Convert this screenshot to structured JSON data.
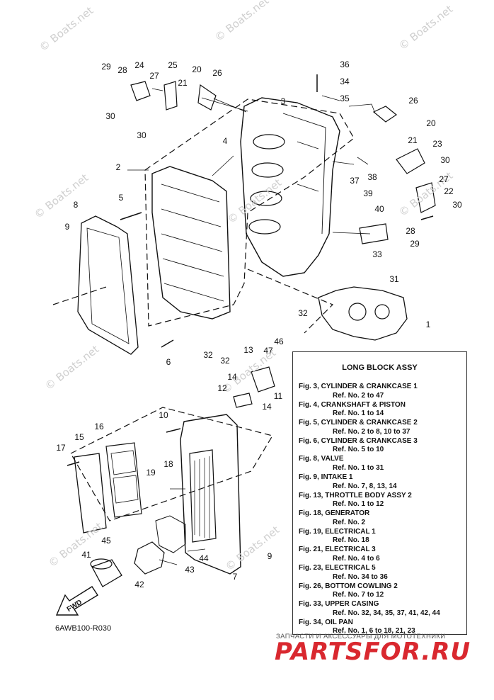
{
  "watermark": "© Boats.net",
  "callouts": [
    {
      "id": "29a",
      "label": "29"
    },
    {
      "id": "28a",
      "label": "28"
    },
    {
      "id": "24",
      "label": "24"
    },
    {
      "id": "27a",
      "label": "27"
    },
    {
      "id": "25",
      "label": "25"
    },
    {
      "id": "20a",
      "label": "20"
    },
    {
      "id": "21a",
      "label": "21"
    },
    {
      "id": "26a",
      "label": "26"
    },
    {
      "id": "30a",
      "label": "30"
    },
    {
      "id": "30b",
      "label": "30"
    },
    {
      "id": "36",
      "label": "36"
    },
    {
      "id": "34",
      "label": "34"
    },
    {
      "id": "35",
      "label": "35"
    },
    {
      "id": "3",
      "label": "3"
    },
    {
      "id": "26b",
      "label": "26"
    },
    {
      "id": "20b",
      "label": "20"
    },
    {
      "id": "21b",
      "label": "21"
    },
    {
      "id": "23",
      "label": "23"
    },
    {
      "id": "30c",
      "label": "30"
    },
    {
      "id": "4",
      "label": "4"
    },
    {
      "id": "2",
      "label": "2"
    },
    {
      "id": "37",
      "label": "37"
    },
    {
      "id": "38",
      "label": "38"
    },
    {
      "id": "27b",
      "label": "27"
    },
    {
      "id": "39",
      "label": "39"
    },
    {
      "id": "22",
      "label": "22"
    },
    {
      "id": "5",
      "label": "5"
    },
    {
      "id": "8",
      "label": "8"
    },
    {
      "id": "40",
      "label": "40"
    },
    {
      "id": "30d",
      "label": "30"
    },
    {
      "id": "9a",
      "label": "9"
    },
    {
      "id": "28b",
      "label": "28"
    },
    {
      "id": "29b",
      "label": "29"
    },
    {
      "id": "33",
      "label": "33"
    },
    {
      "id": "31",
      "label": "31"
    },
    {
      "id": "32a",
      "label": "32"
    },
    {
      "id": "1",
      "label": "1"
    },
    {
      "id": "13",
      "label": "13"
    },
    {
      "id": "47",
      "label": "47"
    },
    {
      "id": "46",
      "label": "46"
    },
    {
      "id": "32b",
      "label": "32"
    },
    {
      "id": "32c",
      "label": "32"
    },
    {
      "id": "6",
      "label": "6"
    },
    {
      "id": "14a",
      "label": "14"
    },
    {
      "id": "12",
      "label": "12"
    },
    {
      "id": "11",
      "label": "11"
    },
    {
      "id": "14b",
      "label": "14"
    },
    {
      "id": "10",
      "label": "10"
    },
    {
      "id": "16",
      "label": "16"
    },
    {
      "id": "15",
      "label": "15"
    },
    {
      "id": "17",
      "label": "17"
    },
    {
      "id": "18",
      "label": "18"
    },
    {
      "id": "19",
      "label": "19"
    },
    {
      "id": "45",
      "label": "45"
    },
    {
      "id": "41",
      "label": "41"
    },
    {
      "id": "44",
      "label": "44"
    },
    {
      "id": "9b",
      "label": "9"
    },
    {
      "id": "43",
      "label": "43"
    },
    {
      "id": "42",
      "label": "42"
    },
    {
      "id": "7",
      "label": "7"
    }
  ],
  "legend": {
    "title": "LONG BLOCK ASSY",
    "entries": [
      {
        "fig": "Fig. 3, CYLINDER & CRANKCASE 1",
        "ref": "Ref. No. 2 to 47"
      },
      {
        "fig": "Fig. 4, CRANKSHAFT & PISTON",
        "ref": "Ref. No. 1 to 14"
      },
      {
        "fig": "Fig. 5, CYLINDER & CRANKCASE 2",
        "ref": "Ref. No. 2 to 8, 10 to 37"
      },
      {
        "fig": "Fig. 6, CYLINDER & CRANKCASE 3",
        "ref": "Ref. No. 5 to 10"
      },
      {
        "fig": "Fig. 8, VALVE",
        "ref": "Ref. No. 1 to 31"
      },
      {
        "fig": "Fig. 9, INTAKE 1",
        "ref": "Ref. No. 7, 8, 13, 14"
      },
      {
        "fig": "Fig. 13, THROTTLE BODY ASSY 2",
        "ref": "Ref. No. 1 to 12"
      },
      {
        "fig": "Fig. 18, GENERATOR",
        "ref": "Ref. No. 2"
      },
      {
        "fig": "Fig. 19, ELECTRICAL 1",
        "ref": "Ref. No. 18"
      },
      {
        "fig": "Fig. 21, ELECTRICAL 3",
        "ref": "Ref. No. 4 to 6"
      },
      {
        "fig": "Fig. 23, ELECTRICAL 5",
        "ref": "Ref. No. 34 to 36"
      },
      {
        "fig": "Fig. 26, BOTTOM COWLING 2",
        "ref": "Ref. No. 7 to 12"
      },
      {
        "fig": "Fig. 33, UPPER CASING",
        "ref": "Ref. No. 32, 34, 35, 37, 41, 42, 44"
      },
      {
        "fig": "Fig. 34, OIL PAN",
        "ref": "Ref. No. 1, 6 to 18, 21, 23"
      }
    ]
  },
  "fwd_label": "FWD",
  "diagram_code": "6AWB100-R030",
  "shop_tagline": "ЗАПЧАСТИ И АКСЕССУАРЫ ДЛЯ МОТОТЕХНИКИ",
  "shop_brand": "PARTSFOR.RU"
}
